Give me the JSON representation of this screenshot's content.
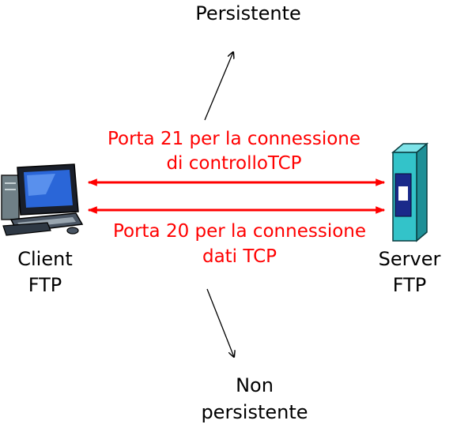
{
  "labels": {
    "persistent": "Persistente",
    "non_persistent_line1": "Non",
    "non_persistent_line2": "persistente",
    "client_line1": "Client",
    "client_line2": "FTP",
    "server_line1": "Server",
    "server_line2": "FTP",
    "control_line1": "Porta 21 per la connessione",
    "control_line2": "di controlloTCP",
    "data_line1": "Porta 20 per la connessione",
    "data_line2": "dati TCP"
  },
  "icons": {
    "client": "desktop-computer-icon",
    "server": "server-tower-icon"
  },
  "colors": {
    "connection": "#ff0000",
    "text": "#000000",
    "pointer": "#000000",
    "server_body": "#33c3c9",
    "monitor_screen": "#2a66d8"
  }
}
